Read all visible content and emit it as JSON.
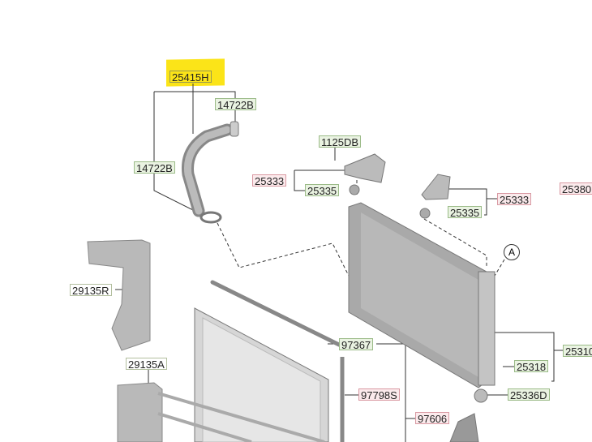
{
  "diagram": {
    "highlighted_part": "25415H",
    "labels": {
      "hose": "25415H",
      "clamp_upper": "14722B",
      "clamp_lower": "14722B",
      "bolt": "1125DB",
      "bracket_left": "25333",
      "insulator_left": "25335",
      "bracket_right": "25333",
      "insulator_right": "25335",
      "radiator_assy": "25380",
      "air_guard_r": "29135R",
      "air_guard_a": "29135A",
      "ref_marker": "A",
      "condenser_assy": "97367",
      "seal": "97798S",
      "condenser": "97606",
      "radiator": "25310",
      "drain_plug": "25318",
      "insulator_lower": "25336D"
    }
  }
}
